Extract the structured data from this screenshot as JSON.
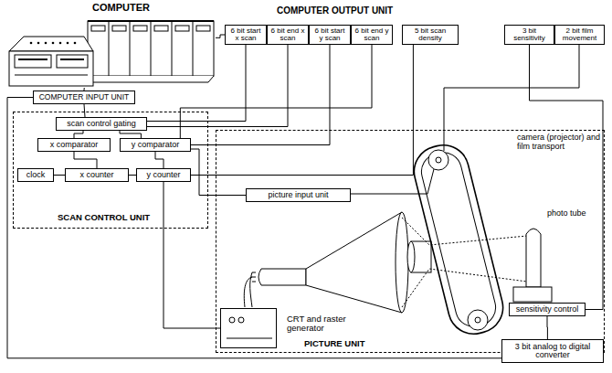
{
  "diagram": {
    "nodes": [
      {
        "text": [
          "COMPUTER"
        ]
      },
      {
        "text": [
          "COMPUTER OUTPUT UNIT"
        ]
      },
      {
        "text": [
          "6 bit start x scan"
        ],
        "in": 1
      },
      {
        "text": [
          "6 bit end x scan"
        ],
        "in": 1
      },
      {
        "text": [
          "6 bit start y scan"
        ],
        "in": 1
      },
      {
        "text": [
          "6 bit end y scan"
        ],
        "in": 1
      },
      {
        "text": [
          "5 bit scan density"
        ],
        "in": 1
      },
      {
        "text": [
          "3 bit sensitivity"
        ],
        "in": 1
      },
      {
        "text": [
          "2 bit film movement"
        ],
        "in": 1
      },
      {
        "text": [
          "COMPUTER INPUT UNIT"
        ]
      },
      {
        "text": [
          "SCAN CONTROL UNIT"
        ]
      },
      {
        "text": [
          "scan control gating"
        ],
        "in": 10
      },
      {
        "text": [
          "x comparator"
        ],
        "in": 10
      },
      {
        "text": [
          "y comparator"
        ],
        "in": 10
      },
      {
        "text": [
          "clock"
        ],
        "in": 10
      },
      {
        "text": [
          "x counter"
        ],
        "in": 10
      },
      {
        "text": [
          "y counter"
        ],
        "in": 10
      },
      {
        "text": [
          "PICTURE UNIT"
        ]
      },
      {
        "text": [
          "picture input unit"
        ],
        "in": 17
      },
      {
        "text": [
          "CRT and raster generator"
        ],
        "in": 17
      },
      {
        "text": [
          "sensitivity control"
        ],
        "in": 17
      },
      {
        "text": [
          "3 bit analog to digital converter"
        ],
        "in": 17
      }
    ],
    "edges": [
      {
        "from": 0,
        "to": 9,
        "arrow": "none"
      },
      {
        "from": 0,
        "to": 1,
        "arrow": "none"
      },
      {
        "from": 2,
        "to": 11,
        "arrow": "none"
      },
      {
        "from": 3,
        "to": 11,
        "arrow": "none"
      },
      {
        "from": 4,
        "to": 13,
        "arrow": "none"
      },
      {
        "from": 5,
        "to": 13,
        "arrow": "none"
      },
      {
        "from": 6,
        "to": 16,
        "arrow": "none"
      },
      {
        "from": 7,
        "to": 20,
        "arrow": "none"
      },
      {
        "from": 9,
        "to": 11,
        "arrow": "none"
      },
      {
        "from": 11,
        "to": 12,
        "arrow": "none"
      },
      {
        "from": 11,
        "to": 13,
        "arrow": "none"
      },
      {
        "from": 12,
        "to": 15,
        "arrow": "none"
      },
      {
        "from": 13,
        "to": 16,
        "arrow": "none"
      },
      {
        "from": 14,
        "to": 15,
        "arrow": "none"
      },
      {
        "from": 15,
        "to": 16,
        "arrow": "none"
      },
      {
        "from": 16,
        "to": 19,
        "arrow": "none"
      },
      {
        "from": 18,
        "to": 13,
        "arrow": "none"
      },
      {
        "from": 20,
        "to": 21,
        "arrow": "none"
      },
      {
        "from": 21,
        "to": 9,
        "arrow": "none"
      }
    ],
    "labels": [
      "camera (projector) and film transport",
      "photo tube"
    ]
  }
}
